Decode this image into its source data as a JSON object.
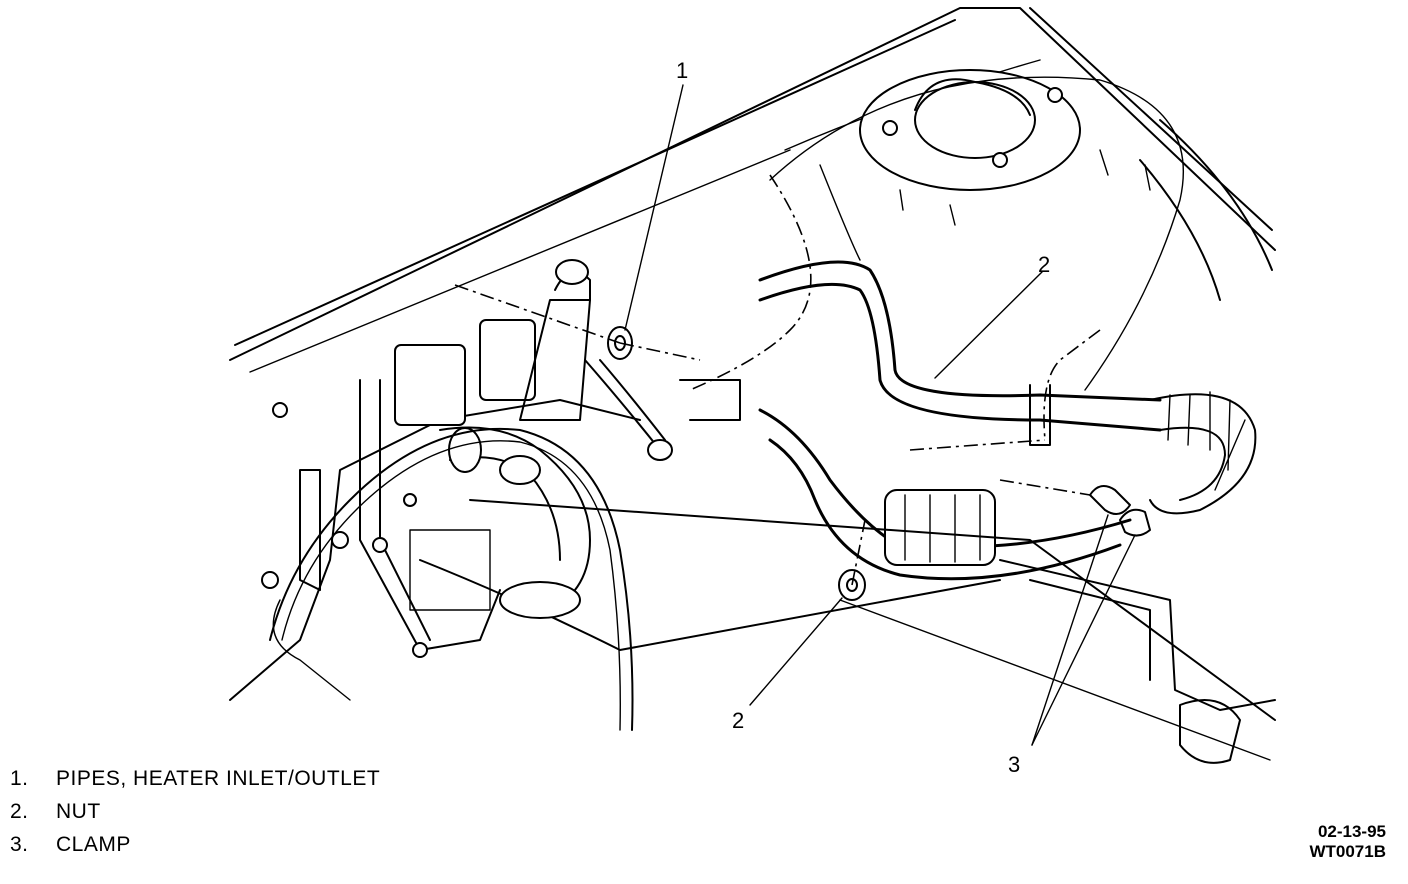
{
  "callouts": [
    {
      "label": "1"
    },
    {
      "label": "2"
    },
    {
      "label": "2"
    },
    {
      "label": "3"
    }
  ],
  "legend": [
    {
      "number": "1.",
      "text": "PIPES, HEATER INLET/OUTLET"
    },
    {
      "number": "2.",
      "text": "NUT"
    },
    {
      "number": "3.",
      "text": "CLAMP"
    }
  ],
  "stamp": {
    "date": "02-13-95",
    "code": "WT0071B"
  }
}
